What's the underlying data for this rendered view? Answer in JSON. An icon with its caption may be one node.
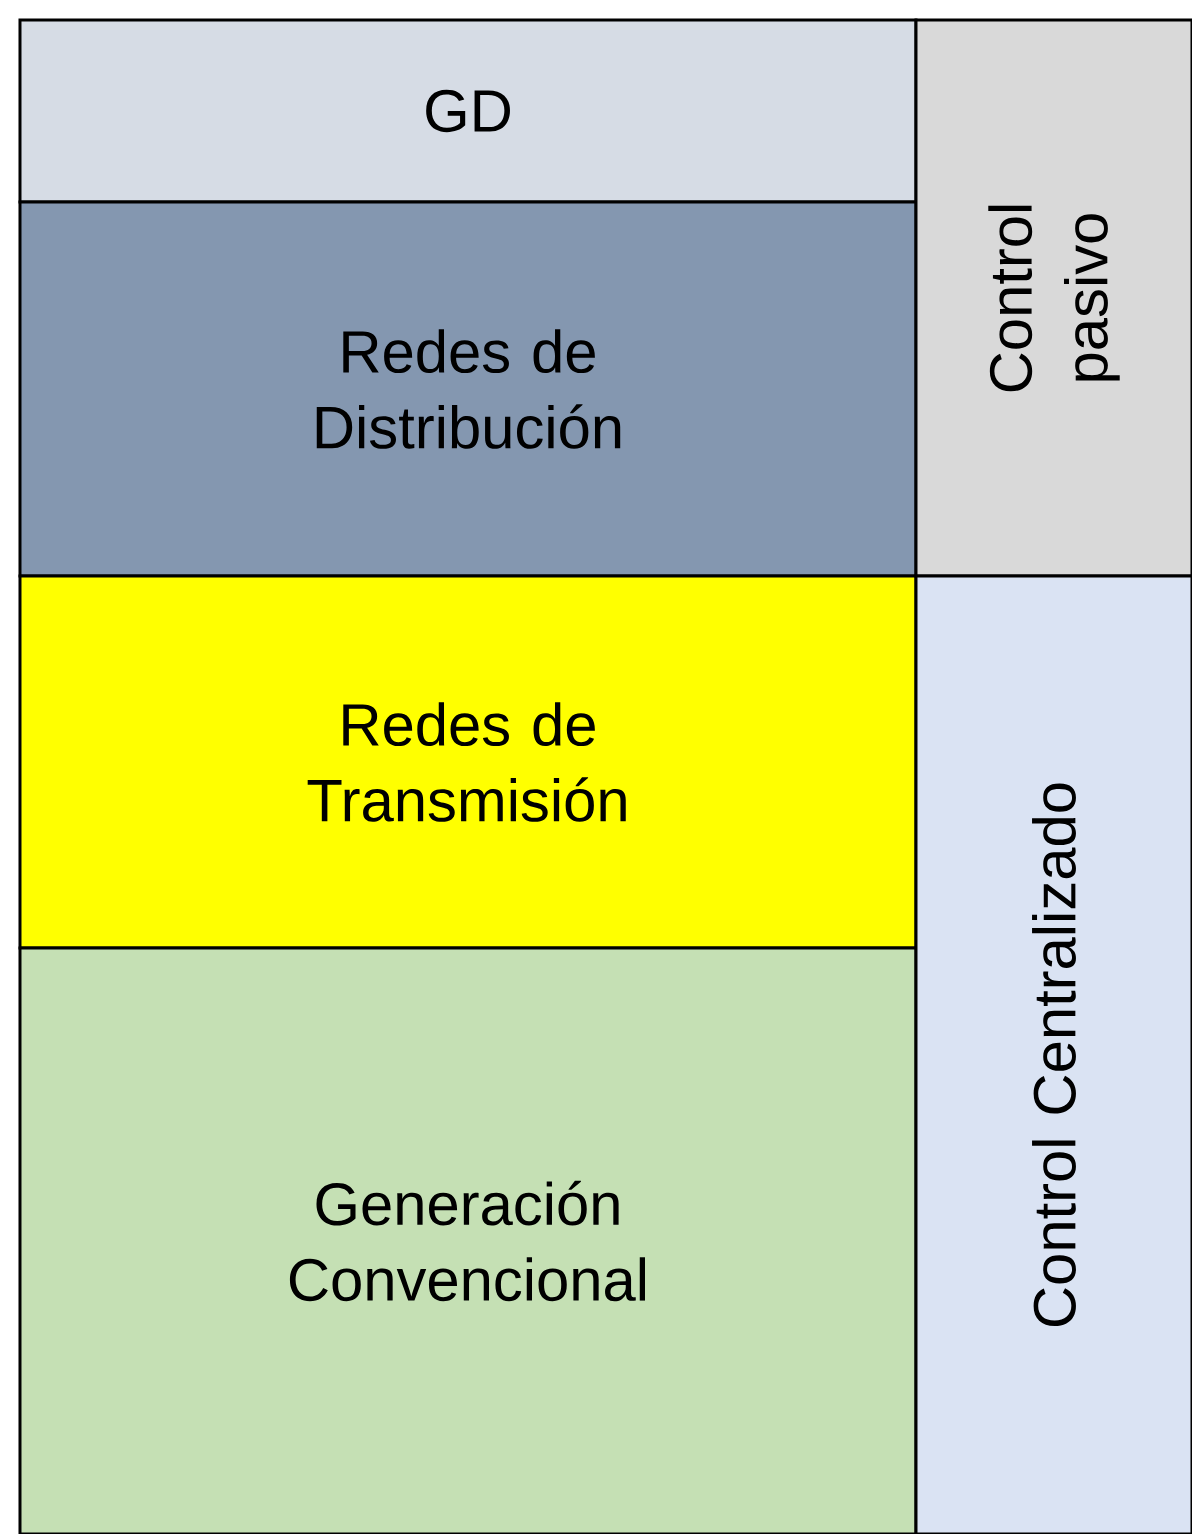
{
  "diagram": {
    "nodes": [
      {
        "text": [
          "GD"
        ]
      },
      {
        "text": [
          "Redes de Distribución"
        ]
      },
      {
        "text": [
          "Redes de Transmisión"
        ]
      },
      {
        "text": [
          "Generación Convencional"
        ]
      },
      {
        "text": [
          "Control pasivo"
        ]
      },
      {
        "text": [
          "Control Centralizado"
        ]
      }
    ]
  }
}
